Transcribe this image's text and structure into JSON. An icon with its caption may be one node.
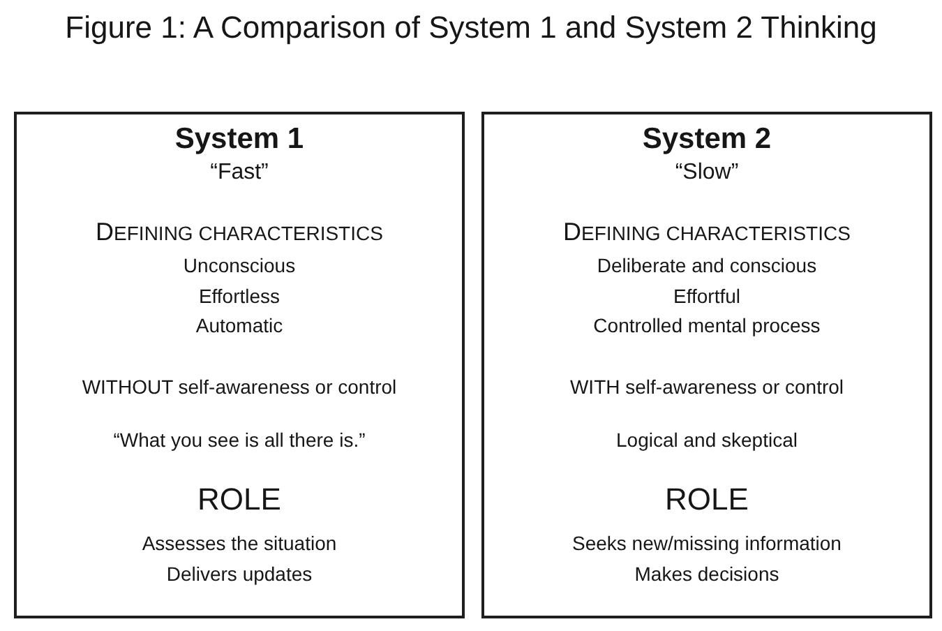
{
  "diagram": {
    "title": "Figure 1: A Comparison of System 1 and System 2 Thinking",
    "nodes": [
      {
        "text": [
          "System 1",
          "“Fast”",
          "DEFINING CHARACTERISTICS",
          "Unconscious",
          "Effortless",
          "Automatic",
          "WITHOUT self-awareness or control",
          "“What you see is all there is.”",
          "ROLE",
          "Assesses the situation",
          "Delivers updates"
        ]
      },
      {
        "text": [
          "System 2",
          "“Slow”",
          "DEFINING CHARACTERISTICS",
          "Deliberate and conscious",
          "Effortful",
          "Controlled mental process",
          "WITH self-awareness or control",
          "Logical and skeptical",
          "ROLE",
          "Seeks new/missing information",
          "Makes decisions"
        ]
      }
    ]
  }
}
